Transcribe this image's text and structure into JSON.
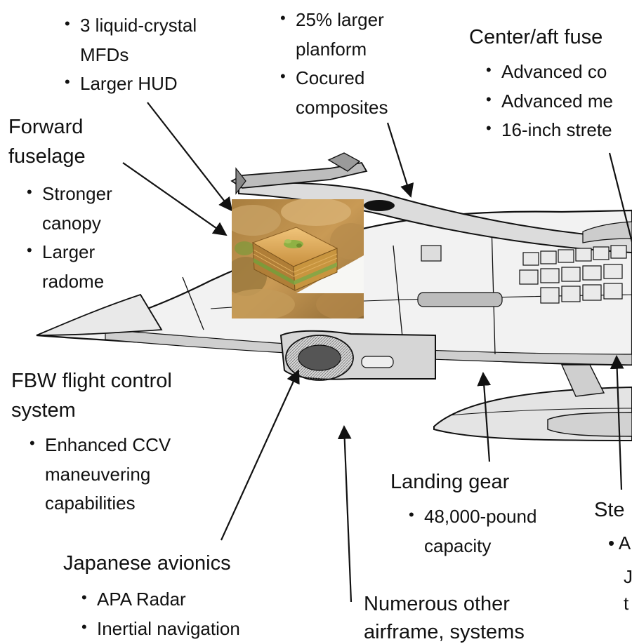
{
  "cockpit": {
    "bullets": [
      [
        "3 liquid-crystal",
        "MFDs"
      ],
      [
        "Larger HUD"
      ]
    ]
  },
  "wing": {
    "bullets": [
      [
        "25% larger",
        "planform"
      ],
      [
        "Cocured",
        "composites"
      ]
    ]
  },
  "center_aft": {
    "title": "Center/aft fuse",
    "bullets": [
      [
        "Advanced co"
      ],
      [
        "Advanced me"
      ],
      [
        "16-inch strete"
      ]
    ]
  },
  "forward_fuselage": {
    "title_lines": [
      "Forward",
      "fuselage"
    ],
    "bullets": [
      [
        "Stronger",
        "canopy"
      ],
      [
        "Larger",
        "radome"
      ]
    ]
  },
  "fbw": {
    "title_lines": [
      "FBW flight control",
      "system"
    ],
    "bullets": [
      [
        "Enhanced CCV",
        "maneuvering",
        "capabilities"
      ]
    ]
  },
  "landing_gear": {
    "title": "Landing gear",
    "bullets": [
      [
        "48,000-pound",
        "capacity"
      ]
    ]
  },
  "japanese_avionics": {
    "title": "Japanese avionics",
    "bullets": [
      [
        "APA Radar"
      ],
      [
        "Inertial navigation"
      ]
    ]
  },
  "numerous": {
    "title_lines": [
      "Numerous other",
      "airframe, systems"
    ]
  },
  "partial_right": {
    "ste": "Ste",
    "fragments": [
      "A",
      "J",
      "t"
    ]
  },
  "colors": {
    "line": "#111111",
    "fill_light": "#e6e6e6",
    "fill_mid": "#c9c9c9",
    "fill_dark": "#8a8a8a",
    "pastry_top": "#d9a85a",
    "pastry_layer": "#b88a3c",
    "pistachio": "#7d9a3a"
  },
  "icons": {
    "overlay": "baklava-photo"
  }
}
